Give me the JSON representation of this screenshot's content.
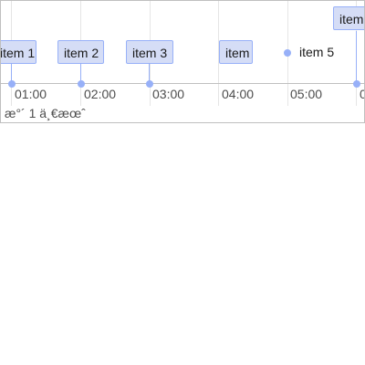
{
  "timeline": {
    "items": [
      {
        "label": "item 1"
      },
      {
        "label": "item 2"
      },
      {
        "label": "item 3"
      },
      {
        "label": "item"
      },
      {
        "label": "item 5"
      },
      {
        "label": "item"
      }
    ],
    "ticks": [
      "01:00",
      "02:00",
      "03:00",
      "04:00",
      "05:00",
      "0"
    ],
    "minor_label": "æ°´ 1 ä¸€æœˆ"
  },
  "colors": {
    "item_fill": "#d5ddf6",
    "item_border": "#97b0f8",
    "axis": "#bfbfbf",
    "grid": "#e5e5e5",
    "text": "#4d4d4d"
  }
}
